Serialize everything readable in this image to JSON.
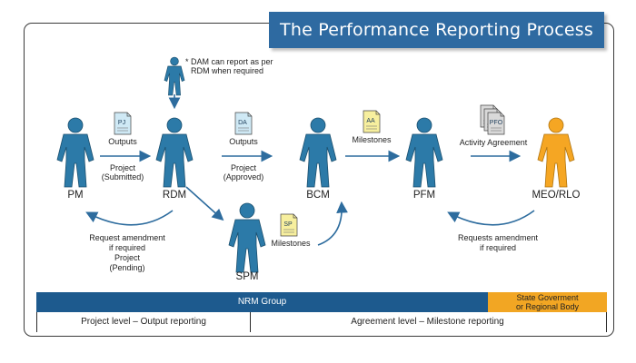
{
  "title": "The Performance Reporting Process",
  "roles": {
    "pm": "PM",
    "rdm": "RDM",
    "bcm": "BCM",
    "pfm": "PFM",
    "meo": "MEO/RLO",
    "spm": "SPM"
  },
  "dam_note": {
    "line1": "* DAM can report as per",
    "line2": "RDM when required"
  },
  "documents": {
    "pj": "PJ",
    "da": "DA",
    "aa": "AA",
    "sp": "SP",
    "pfo": "PFO"
  },
  "flow_labels": {
    "pm_rdm_top": "Outputs",
    "pm_rdm_bottom_1": "Project",
    "pm_rdm_bottom_2": "(Submitted)",
    "rdm_bcm_top": "Outputs",
    "rdm_bcm_bottom_1": "Project",
    "rdm_bcm_bottom_2": "(Approved)",
    "bcm_pfm_top": "Milestones",
    "pfm_meo_top": "Activity Agreement",
    "spm_bcm": "Milestones",
    "request_left_1": "Request amendment",
    "request_left_2": "if required",
    "request_left_3": "Project",
    "request_left_4": "(Pending)",
    "request_right_1": "Requests amendment",
    "request_right_2": "if required"
  },
  "bottom": {
    "nrm_group": "NRM Group",
    "state_1": "State Goverment",
    "state_2": "or Regional Body",
    "project_level": "Project level – Output reporting",
    "agreement_level": "Agreement level – Milestone reporting"
  },
  "colors": {
    "figure_blue": "#2c7aa8",
    "figure_orange": "#f5a623",
    "arrow": "#2d6c9e",
    "banner": "#2e6aa1",
    "bar_blue": "#1d5a8e",
    "bar_orange": "#f2a623"
  }
}
